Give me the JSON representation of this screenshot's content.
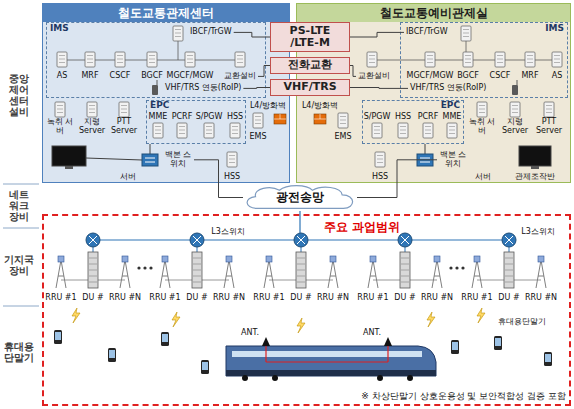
{
  "diagram": {
    "nodes": [
      {
        "text": [
          "철도교통관제센터"
        ]
      },
      {
        "text": [
          "철도교통예비관제실"
        ]
      },
      {
        "text": [
          "IMS"
        ],
        "in": 0
      },
      {
        "text": [
          "IBCF/TrGW"
        ],
        "in": 2
      },
      {
        "text": [
          "교환설비"
        ],
        "in": 2
      },
      {
        "text": [
          "VHF/TRS 연동(RoIP)"
        ],
        "in": 2
      },
      {
        "text": [
          "EPC"
        ],
        "in": 0
      },
      {
        "text": [
          "백본 스위치"
        ],
        "in": 0
      },
      {
        "text": [
          "IMS"
        ],
        "in": 1
      },
      {
        "text": [
          "IBCF/TrGW"
        ],
        "in": 8
      },
      {
        "text": [
          "교환설비"
        ],
        "in": 1
      },
      {
        "text": [
          "VHF/TRS 연동(RoIP)"
        ],
        "in": 8
      },
      {
        "text": [
          "EPC"
        ],
        "in": 1
      },
      {
        "text": [
          "백본 스위치"
        ],
        "in": 1
      },
      {
        "text": [
          "PS-LTE /LTE-M"
        ]
      },
      {
        "text": [
          "전화교환"
        ]
      },
      {
        "text": [
          "VHF/TRS"
        ]
      },
      {
        "text": [
          "광전송망"
        ]
      },
      {
        "text": [
          "주요 과업범위"
        ]
      }
    ],
    "edges": [
      {
        "from": 3,
        "to": 14,
        "arrow": "none"
      },
      {
        "from": 14,
        "to": 9,
        "arrow": "none"
      },
      {
        "from": 4,
        "to": 15,
        "arrow": "none"
      },
      {
        "from": 15,
        "to": 10,
        "arrow": "none"
      },
      {
        "from": 5,
        "to": 16,
        "arrow": "none"
      },
      {
        "from": 16,
        "to": 11,
        "arrow": "none"
      },
      {
        "from": 7,
        "to": 17,
        "arrow": "none"
      },
      {
        "from": 13,
        "to": 17,
        "arrow": "none"
      }
    ],
    "labels": [
      "중앙 제어 센터 설비",
      "네트 워크 장비",
      "기지국 장비",
      "휴대용 단말기",
      "AS",
      "MRF",
      "CSCF",
      "BGCF",
      "MGCF/MGW",
      "녹취 서버",
      "지령 Server",
      "PTT Server",
      "MME",
      "PCRF",
      "S/PGW",
      "HSS",
      "L4/방화벽",
      "EMS",
      "HSS",
      "서버",
      "MGCF/MGW",
      "BGCF",
      "CSCF",
      "MRF",
      "AS",
      "L4/방화벽",
      "EMS",
      "S/PGW",
      "HSS",
      "PCRF",
      "MME",
      "녹취 서버",
      "지령 Server",
      "PTT Server",
      "HSS",
      "서버",
      "관제조작반",
      "L3스위치",
      "L3스위치",
      "RRU #1",
      "DU #",
      "RRU #N",
      "RRU #1",
      "DU #",
      "RRU #N",
      "RRU #1",
      "DU #",
      "RRU #N",
      "RRU #1",
      "DU #",
      "RRU #N",
      "RRU #1",
      "DU #",
      "RRU #N",
      "ANT.",
      "ANT.",
      "휴대용단말기",
      "※ 차상단말기 상호운용성 및 보안적합성 검증 포함"
    ]
  }
}
